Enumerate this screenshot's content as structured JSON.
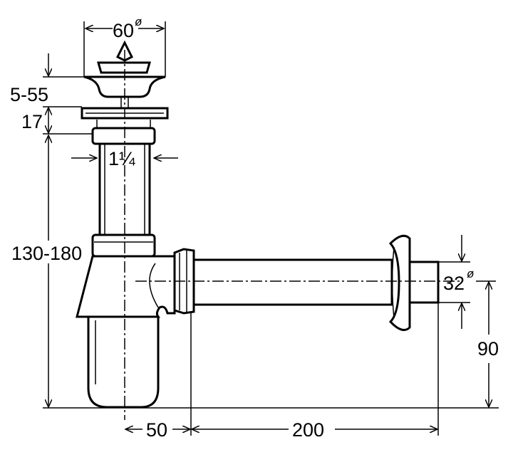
{
  "title": "Bottle trap with pop-up waste technical drawing",
  "dimensions": {
    "waste_diameter": "60",
    "diameter_symbol": "ø",
    "plug_stroke": "5-55",
    "flange_height": "17",
    "thread_size": "1¼",
    "trap_height": "130-180",
    "outlet_diameter": "32",
    "outlet_height": "90",
    "offset_to_nut": "50",
    "pipe_length": "200"
  },
  "colors": {
    "line": "#000000",
    "background": "#ffffff"
  }
}
